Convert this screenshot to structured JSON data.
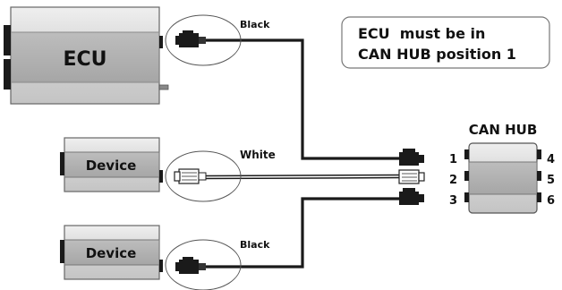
{
  "modules": {
    "ecu": "ECU",
    "device_1": "Device",
    "device_2": "Device"
  },
  "cables": {
    "top": "Black",
    "middle": "White",
    "bottom": "Black"
  },
  "hub": {
    "title": "CAN HUB",
    "ports_left": [
      "1",
      "2",
      "3"
    ],
    "ports_right": [
      "4",
      "5",
      "6"
    ]
  },
  "note": {
    "line1": "ECU  must be in",
    "line2": "CAN HUB position 1"
  },
  "colors": {
    "cable_black": "#1a1a1a",
    "cable_white": "#ffffff",
    "module_fill": "#d9d9d9",
    "module_face": "#b3b3b3",
    "border": "#555555"
  }
}
